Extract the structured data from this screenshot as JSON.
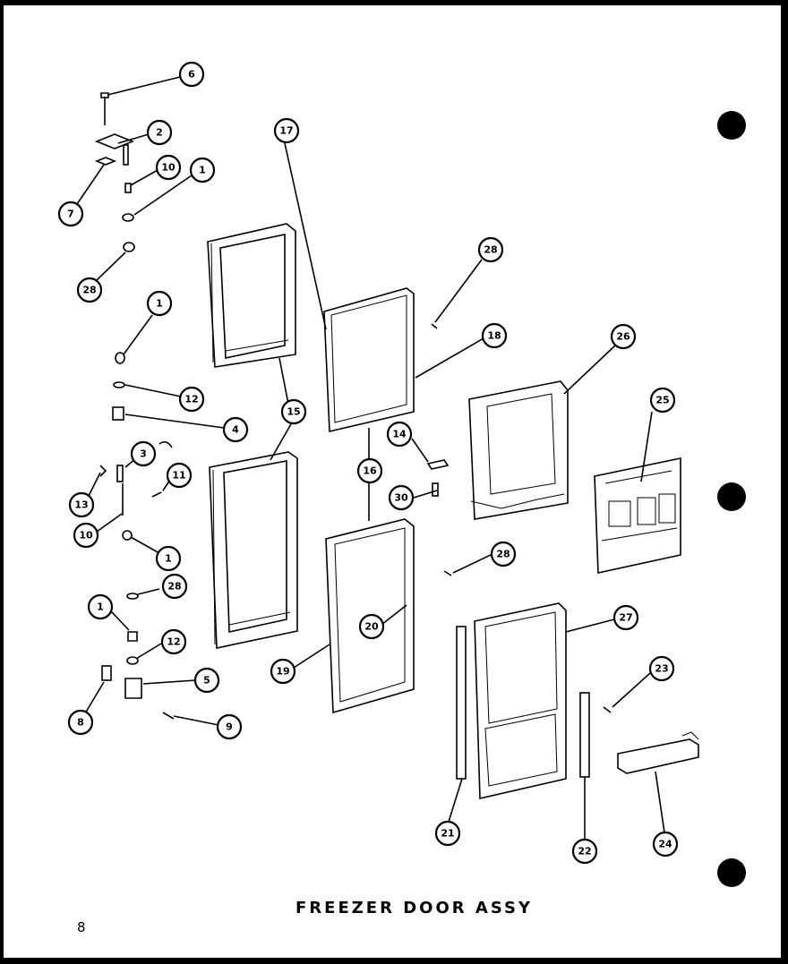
{
  "title": "FREEZER DOOR ASSY",
  "page_number": "8",
  "callouts": {
    "c6": "6",
    "c2": "2",
    "c10a": "10",
    "c1a": "1",
    "c7": "7",
    "c28a": "28",
    "c17": "17",
    "c28b": "28",
    "c18": "18",
    "c26": "26",
    "c1b": "1",
    "c12a": "12",
    "c4": "4",
    "c15": "15",
    "c25": "25",
    "c3": "3",
    "c11": "11",
    "c14": "14",
    "c16": "16",
    "c13": "13",
    "c30": "30",
    "c10b": "10",
    "c1c": "1",
    "c28c": "28",
    "c28d": "28",
    "c1d": "1",
    "c20": "20",
    "c27": "27",
    "c12b": "12",
    "c19": "19",
    "c5": "5",
    "c23": "23",
    "c8": "8",
    "c9": "9",
    "c21": "21",
    "c22": "22",
    "c24": "24"
  }
}
